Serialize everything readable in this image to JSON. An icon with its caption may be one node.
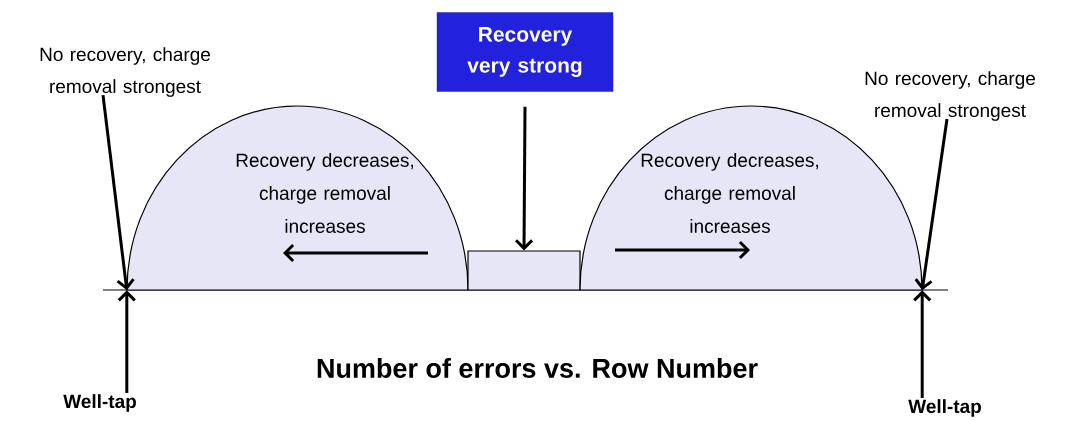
{
  "diagram": {
    "caption": "Number of errors vs. Row Number",
    "nodes": [
      {
        "text": [
          "No recovery, charge removal strongest"
        ]
      },
      {
        "text": [
          "Recovery very strong"
        ]
      },
      {
        "text": [
          "No recovery, charge removal strongest"
        ]
      },
      {
        "text": [
          "Recovery decreases, charge removal increases"
        ]
      },
      {
        "text": [],
        "shape": "box"
      },
      {
        "text": [
          "Recovery decreases, charge removal increases"
        ]
      },
      {
        "text": [
          "Well-tap"
        ]
      },
      {
        "text": [
          "Well-tap"
        ]
      }
    ],
    "edges": [
      {
        "from": 0,
        "to": 3,
        "arrow": "to"
      },
      {
        "from": 1,
        "to": 4,
        "arrow": "to"
      },
      {
        "from": 2,
        "to": 5,
        "arrow": "to"
      },
      {
        "from": 6,
        "to": 3,
        "arrow": "to"
      },
      {
        "from": 7,
        "to": 5,
        "arrow": "to"
      }
    ]
  }
}
